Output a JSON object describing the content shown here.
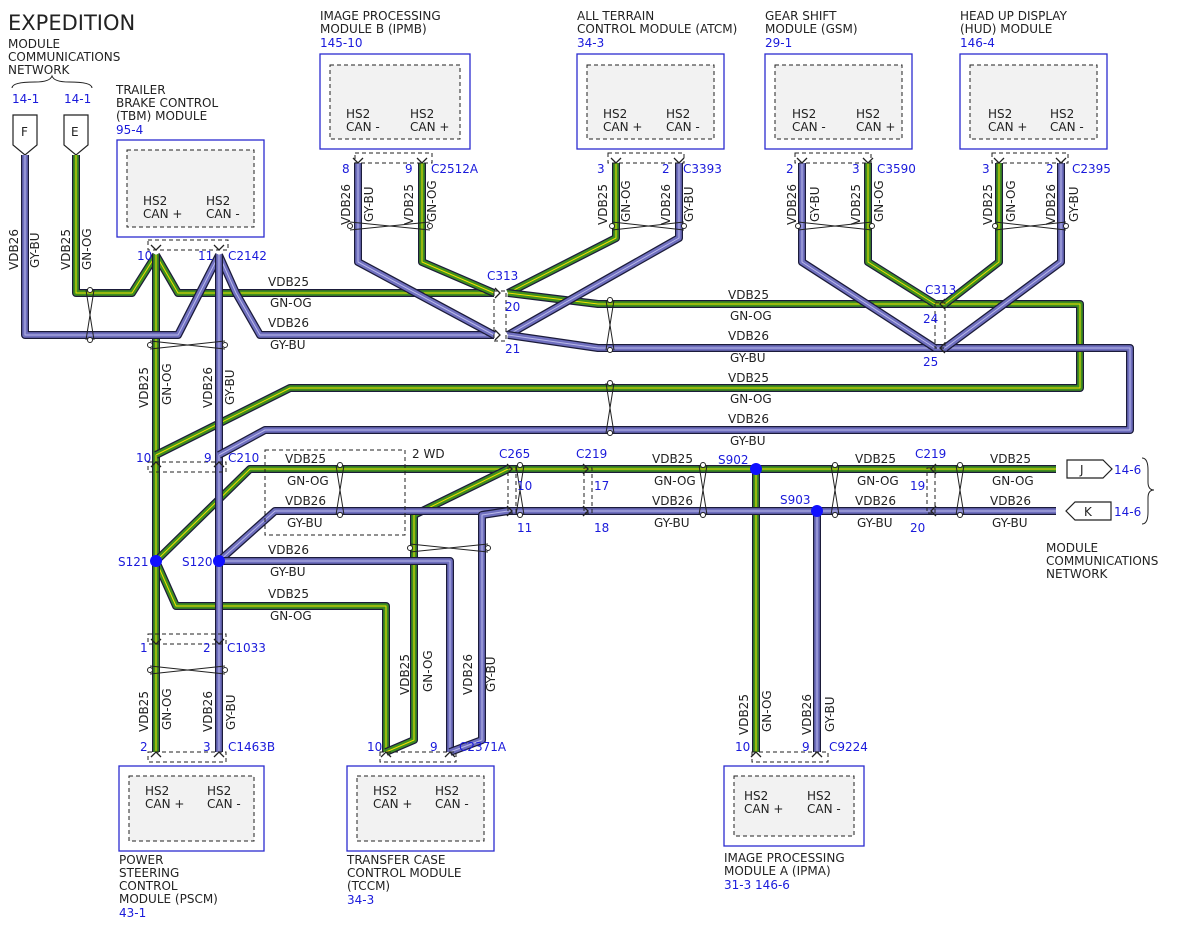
{
  "title": "EXPEDITION",
  "network_label": [
    "MODULE",
    "COMMUNICATIONS",
    "NETWORK"
  ],
  "network_label_right": [
    "MODULE",
    "COMMUNICATIONS",
    "NETWORK"
  ],
  "colors": {
    "can_plus_wire": "#3f8f1f",
    "can_minus_wire": "#6f6fbf",
    "module_outline": "#2b2bd0",
    "reference_text": "#1a1adb",
    "splice_dot": "#1010ff"
  },
  "wire": {
    "vdb25": "VDB25",
    "gn_og": "GN-OG",
    "vdb26": "VDB26",
    "gy_bu": "GY-BU"
  },
  "pin_labels": {
    "hs2": "HS2",
    "can_plus": "CAN +",
    "can_minus": "CAN -"
  },
  "offpage": {
    "f": {
      "letter": "F",
      "ref": "14-1"
    },
    "e": {
      "letter": "E",
      "ref": "14-1"
    },
    "j": {
      "letter": "J",
      "ref": "14-6"
    },
    "k": {
      "letter": "K",
      "ref": "14-6"
    }
  },
  "modules": {
    "tbm": {
      "name": [
        "TRAILER",
        "BRAKE CONTROL",
        "(TBM) MODULE"
      ],
      "ref": "95-4",
      "connector": "C2142",
      "pin_a": "10",
      "pin_b": "11"
    },
    "ipmb": {
      "name": [
        "IMAGE PROCESSING",
        "MODULE B (IPMB)"
      ],
      "ref": "145-10",
      "connector": "C2512A",
      "pin_a": "8",
      "pin_b": "9"
    },
    "atcm": {
      "name": [
        "ALL TERRAIN",
        "CONTROL MODULE (ATCM)"
      ],
      "ref": "34-3",
      "connector": "C3393",
      "pin_a": "3",
      "pin_b": "2"
    },
    "gsm": {
      "name": [
        "GEAR SHIFT",
        "MODULE (GSM)"
      ],
      "ref": "29-1",
      "connector": "C3590",
      "pin_a": "2",
      "pin_b": "3"
    },
    "hud": {
      "name": [
        "HEAD UP DISPLAY",
        "(HUD) MODULE"
      ],
      "ref": "146-4",
      "connector": "C2395",
      "pin_a": "3",
      "pin_b": "2"
    },
    "pscm": {
      "name": [
        "POWER",
        "STEERING",
        "CONTROL",
        "MODULE (PSCM)"
      ],
      "ref": "43-1",
      "connector": "C1463B",
      "pin_a": "2",
      "pin_b": "3"
    },
    "tccm": {
      "name": [
        "TRANSFER CASE",
        "CONTROL MODULE",
        "(TCCM)"
      ],
      "ref": "34-3",
      "connector": "C2371A",
      "pin_a": "10",
      "pin_b": "9"
    },
    "ipma": {
      "name": [
        "IMAGE PROCESSING",
        "MODULE A (IPMA)"
      ],
      "ref": "31-3   146-6",
      "connector": "C9224",
      "pin_a": "10",
      "pin_b": "9"
    }
  },
  "connectors": {
    "c313_left": {
      "name": "C313",
      "pin_a": "20",
      "pin_b": "21"
    },
    "c313_right": {
      "name": "C313",
      "pin_a": "24",
      "pin_b": "25"
    },
    "c210": {
      "name": "C210",
      "pin_a": "10",
      "pin_b": "9"
    },
    "c265": {
      "name": "C265",
      "pin_a": "10",
      "pin_b": "11"
    },
    "c219_left": {
      "name": "C219",
      "pin_a": "17",
      "pin_b": "18"
    },
    "c219_right": {
      "name": "C219",
      "pin_a": "19",
      "pin_b": "20"
    },
    "c1033": {
      "name": "C1033",
      "pin_a": "1",
      "pin_b": "2"
    }
  },
  "splices": {
    "s121": "S121",
    "s120": "S120",
    "s902": "S902",
    "s903": "S903"
  },
  "option_2wd": "2 WD"
}
